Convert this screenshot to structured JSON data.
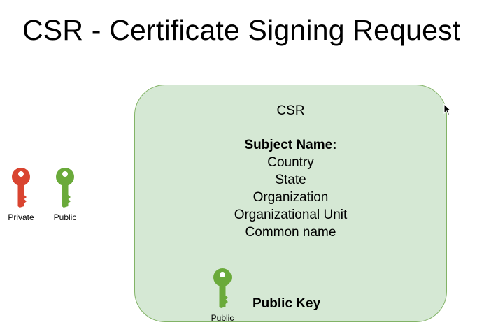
{
  "title": "CSR - Certificate Signing Request",
  "keys": {
    "private_label": "Private",
    "public_label": "Public",
    "csr_public_label": "Public"
  },
  "csr": {
    "heading": "CSR",
    "subject_title": "Subject Name:",
    "fields": [
      "Country",
      "State",
      "Organization",
      "Organizational Unit",
      "Common name"
    ],
    "public_key_label": "Public Key"
  },
  "colors": {
    "private_key": "#d94430",
    "public_key": "#6aaa3a",
    "box_fill": "#d5e8d4",
    "box_border": "#82b366"
  },
  "icons": [
    "key-icon",
    "mouse-cursor-icon"
  ]
}
